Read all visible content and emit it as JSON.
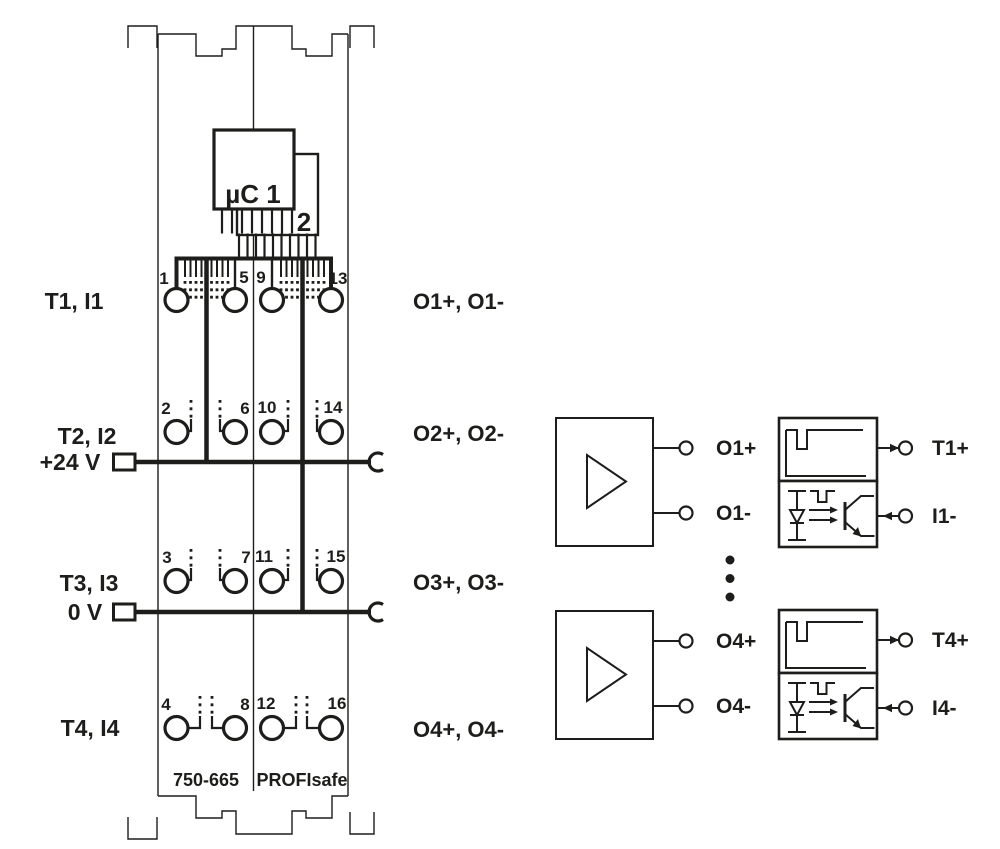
{
  "diagram": {
    "device": {
      "chip": "µC 1",
      "chip2": "2",
      "order_number": "750-665",
      "protocol": "PROFIsafe"
    },
    "rows": [
      {
        "left": "T1, I1",
        "supply": "",
        "right": "O1+, O1-",
        "terminals": [
          "1",
          "5",
          "9",
          "13"
        ]
      },
      {
        "left": "T2, I2",
        "supply": "+24 V",
        "right": "O2+, O2-",
        "terminals": [
          "2",
          "6",
          "10",
          "14"
        ]
      },
      {
        "left": "T3, I3",
        "supply": "0 V",
        "right": "O3+, O3-",
        "terminals": [
          "3",
          "7",
          "11",
          "15"
        ]
      },
      {
        "left": "T4, I4",
        "supply": "",
        "right": "O4+, O4-",
        "terminals": [
          "4",
          "8",
          "12",
          "16"
        ]
      }
    ],
    "detail": {
      "outputs": [
        "O1+",
        "O1-",
        "O4+",
        "O4-"
      ],
      "inputs": [
        "T1+",
        "I1-",
        "T4+",
        "I4-"
      ]
    },
    "colors": {
      "ink": "#1d1d1b",
      "background": "#ffffff"
    }
  }
}
